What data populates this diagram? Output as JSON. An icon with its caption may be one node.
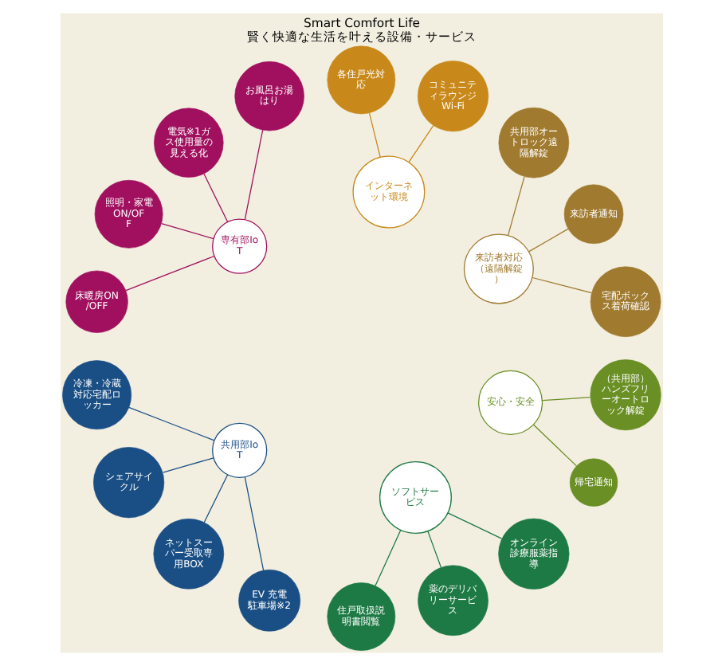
{
  "diagram": {
    "title": "Smart Comfort Life",
    "caption": "賢く快適な生活を叶える設備・サービス",
    "nodes": [
      {
        "text": [
          "来訪者対応",
          "（遠隔解錠）"
        ]
      },
      {
        "text": [
          "宅配ボックス着荷確認"
        ]
      },
      {
        "text": [
          "来訪者通知"
        ]
      },
      {
        "text": [
          "共用部オートロック遠隔解錠"
        ]
      },
      {
        "text": [
          "インターネット環境"
        ]
      },
      {
        "text": [
          "コミュニティラウンジWi-Fi"
        ]
      },
      {
        "text": [
          "各住戸光対応"
        ]
      },
      {
        "text": [
          "専有部IoT"
        ]
      },
      {
        "text": [
          "お風呂お湯はり"
        ]
      },
      {
        "text": [
          "電気※1ガス使用量の見える化"
        ]
      },
      {
        "text": [
          "照明・家電ON/OFF"
        ]
      },
      {
        "text": [
          "床暖房ON/OFF"
        ]
      },
      {
        "text": [
          "共用部IoT"
        ]
      },
      {
        "text": [
          "冷凍・冷蔵対応宅配ロッカー"
        ]
      },
      {
        "text": [
          "シェアサイクル"
        ]
      },
      {
        "text": [
          "ネットスーパー受取専用BOX"
        ]
      },
      {
        "text": [
          "EV 充電駐車場※2"
        ]
      },
      {
        "text": [
          "ソフトサービス"
        ]
      },
      {
        "text": [
          "住戸取扱説明書閲覧"
        ]
      },
      {
        "text": [
          "薬のデリバリーサービス"
        ]
      },
      {
        "text": [
          "オンライン診療服薬指導"
        ]
      },
      {
        "text": [
          "安心・安全"
        ]
      },
      {
        "text": [
          "帰宅通知"
        ]
      },
      {
        "text": [
          "（共用部）ハンズフリーオートロック解錠"
        ]
      }
    ],
    "edges": [
      {
        "from": 0,
        "to": 1,
        "arrow": "none",
        "color": "#a07a2e"
      },
      {
        "from": 0,
        "to": 2,
        "arrow": "none",
        "color": "#a07a2e"
      },
      {
        "from": 0,
        "to": 3,
        "arrow": "none",
        "color": "#a07a2e"
      },
      {
        "from": 4,
        "to": 5,
        "arrow": "none",
        "color": "#c8891a"
      },
      {
        "from": 4,
        "to": 6,
        "arrow": "none",
        "color": "#c8891a"
      },
      {
        "from": 7,
        "to": 8,
        "arrow": "none",
        "color": "#a0105e"
      },
      {
        "from": 7,
        "to": 9,
        "arrow": "none",
        "color": "#a0105e"
      },
      {
        "from": 7,
        "to": 10,
        "arrow": "none",
        "color": "#a0105e"
      },
      {
        "from": 7,
        "to": 11,
        "arrow": "none",
        "color": "#a0105e"
      },
      {
        "from": 12,
        "to": 13,
        "arrow": "none",
        "color": "#1a4f85"
      },
      {
        "from": 12,
        "to": 14,
        "arrow": "none",
        "color": "#1a4f85"
      },
      {
        "from": 12,
        "to": 15,
        "arrow": "none",
        "color": "#1a4f85"
      },
      {
        "from": 12,
        "to": 16,
        "arrow": "none",
        "color": "#1a4f85"
      },
      {
        "from": 17,
        "to": 18,
        "arrow": "none",
        "color": "#1e7a45"
      },
      {
        "from": 17,
        "to": 19,
        "arrow": "none",
        "color": "#1e7a45"
      },
      {
        "from": 17,
        "to": 20,
        "arrow": "none",
        "color": "#1e7a45"
      },
      {
        "from": 21,
        "to": 22,
        "arrow": "none",
        "color": "#6a8f24"
      },
      {
        "from": 21,
        "to": 23,
        "arrow": "none",
        "color": "#6a8f24"
      }
    ]
  }
}
